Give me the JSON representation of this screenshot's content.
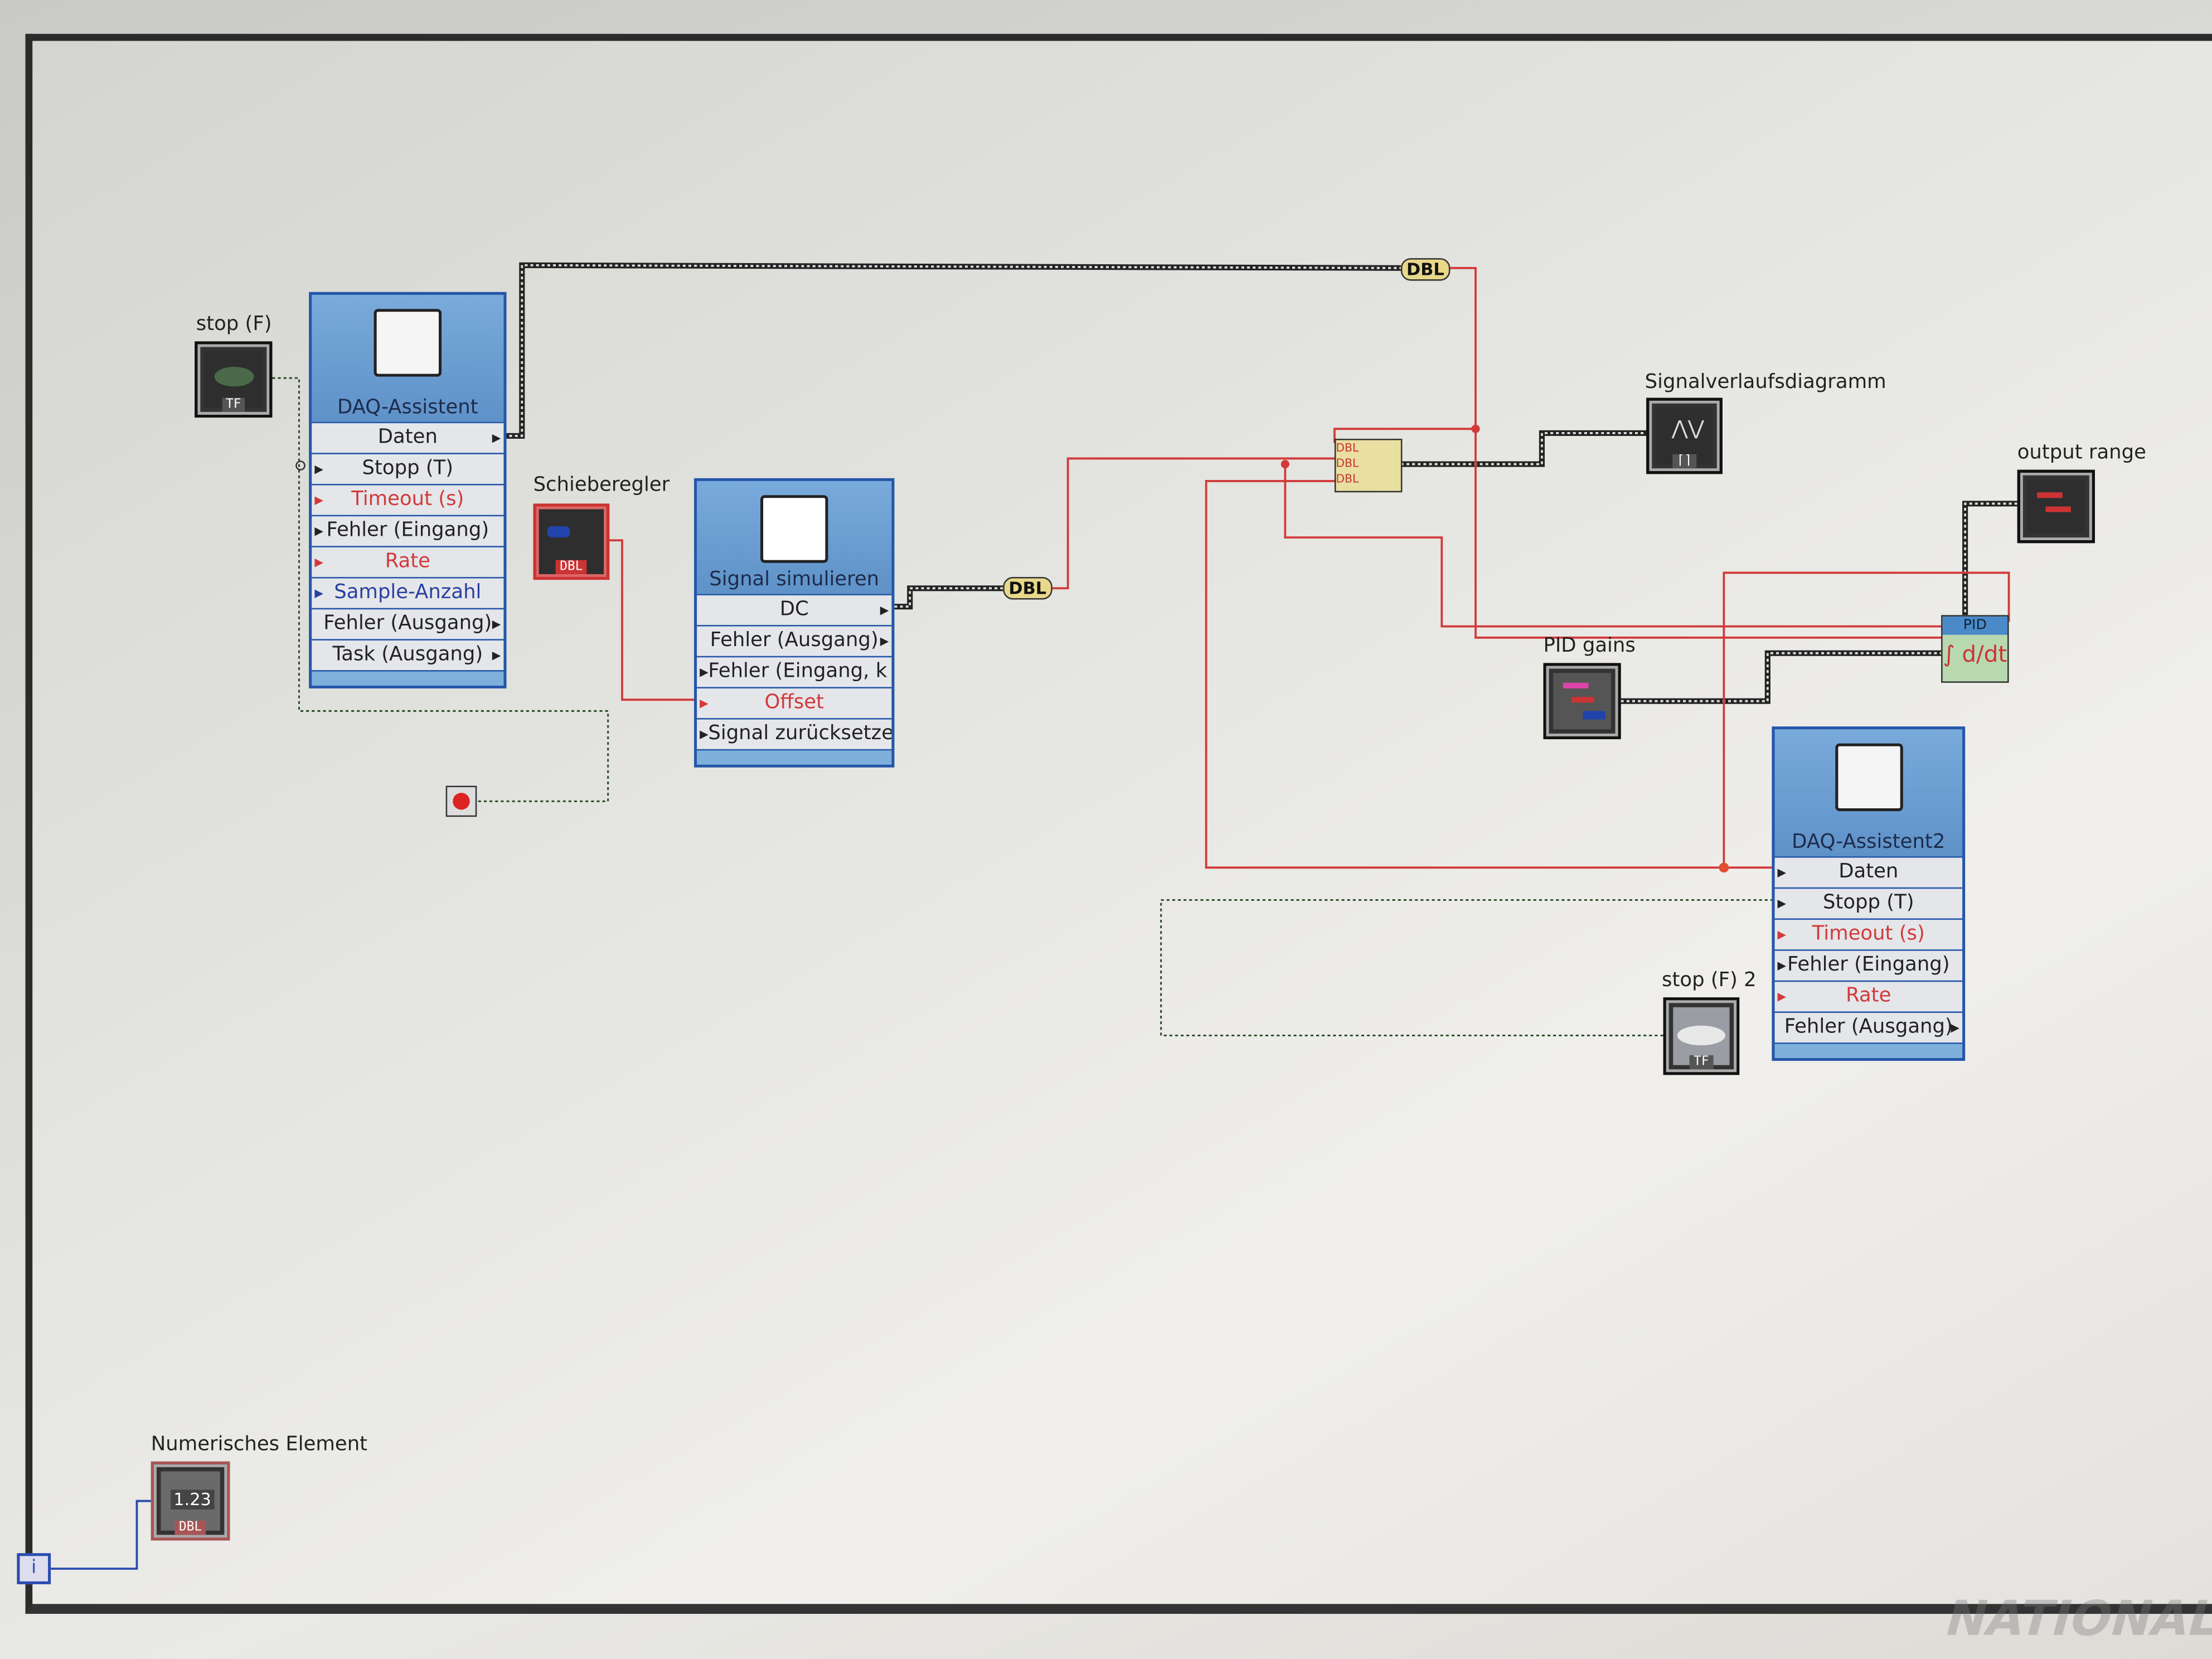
{
  "diagram": {
    "stop_f": {
      "label": "stop (F)",
      "type_tag": "TF"
    },
    "daq1": {
      "title": "DAQ-Assistent",
      "rows": [
        {
          "text": "Daten",
          "color": "normal"
        },
        {
          "text": "Stopp (T)",
          "color": "normal"
        },
        {
          "text": "Timeout (s)",
          "color": "red"
        },
        {
          "text": "Fehler (Eingang)",
          "color": "normal"
        },
        {
          "text": "Rate",
          "color": "red"
        },
        {
          "text": "Sample-Anzahl",
          "color": "blue"
        },
        {
          "text": "Fehler (Ausgang)",
          "color": "normal"
        },
        {
          "text": "Task (Ausgang)",
          "color": "normal"
        }
      ]
    },
    "slider": {
      "label": "Schieberegler",
      "type_tag": "DBL"
    },
    "simulate": {
      "title": "Signal simulieren",
      "rows": [
        {
          "text": "DC"
        },
        {
          "text": "Fehler (Ausgang)"
        },
        {
          "text": "Fehler (Eingang, k"
        },
        {
          "text": "Offset"
        },
        {
          "text": "Signal zurücksetze"
        }
      ]
    },
    "dbl_top": "DBL",
    "dbl_mid": "DBL",
    "merge": {
      "inputs": [
        "DBL",
        "DBL",
        "DBL"
      ]
    },
    "chart": {
      "label": "Signalverlaufsdiagramm",
      "type_tag": "⌈⌉"
    },
    "output_range": {
      "label": "output range"
    },
    "pid": {
      "title": "PID"
    },
    "pid_gains": {
      "label": "PID gains"
    },
    "daq2": {
      "title": "DAQ-Assistent2",
      "rows": [
        {
          "text": "Daten",
          "color": "normal"
        },
        {
          "text": "Stopp (T)",
          "color": "normal"
        },
        {
          "text": "Timeout (s)",
          "color": "red"
        },
        {
          "text": "Fehler (Eingang)",
          "color": "normal"
        },
        {
          "text": "Rate",
          "color": "red"
        },
        {
          "text": "Fehler (Ausgang)",
          "color": "normal"
        }
      ]
    },
    "stop_f2": {
      "label": "stop (F) 2",
      "type_tag": "TF"
    },
    "numeric": {
      "label": "Numerisches Element",
      "value": "1.23",
      "type_tag": "DBL"
    },
    "iteration": "i",
    "watermark": "NATIONAL INSTRUMENTS"
  },
  "colors": {
    "wire_double": "#d23a3a",
    "wire_bool": "#2e6b2e",
    "wire_int": "#2a4bb0",
    "express_blue": "#6fa0d0"
  }
}
